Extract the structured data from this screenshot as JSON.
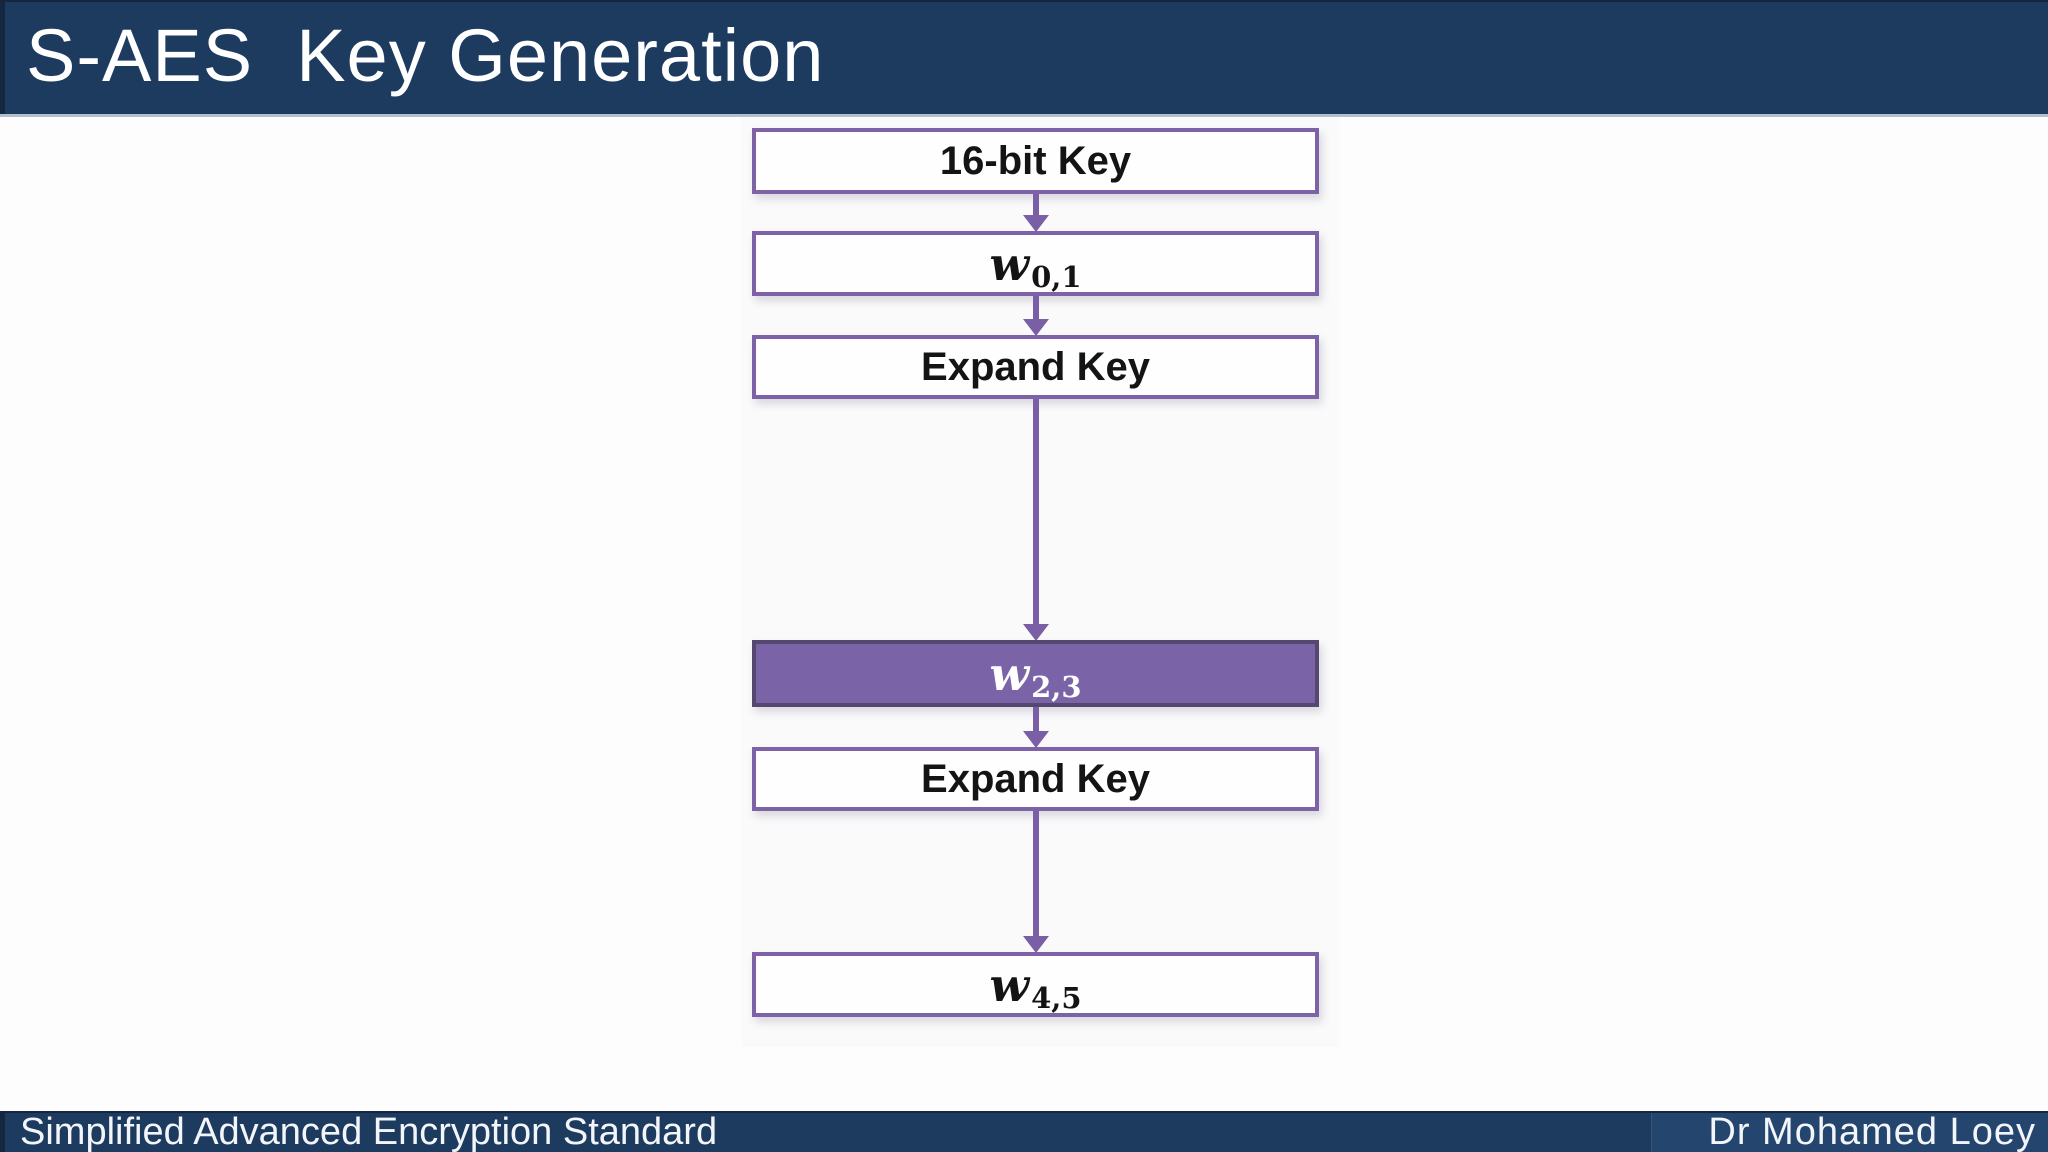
{
  "slide": {
    "title": "S-AES  Key Generation"
  },
  "diagram": {
    "boxes": [
      {
        "label": "16-bit Key"
      },
      {
        "symbol": "w",
        "subscript": "0,1"
      },
      {
        "label": "Expand Key"
      },
      {
        "symbol": "w",
        "subscript": "2,3",
        "highlighted": true
      },
      {
        "label": "Expand Key"
      },
      {
        "symbol": "w",
        "subscript": "4,5"
      }
    ]
  },
  "footer": {
    "left": "Simplified Advanced Encryption Standard",
    "right": "Dr Mohamed Loey"
  },
  "colors": {
    "header_bg": "#1d3a5f",
    "footer_bg": "#1d3a5f",
    "footer_panel_bg": "#24456d",
    "box_border_purple": "#7e62a8",
    "highlight_fill_purple": "#7b63a8",
    "highlight_border_purple": "#554870",
    "arrow_purple": "#7b5fa6",
    "box_text": "#141414",
    "title_text": "#ffffff"
  }
}
